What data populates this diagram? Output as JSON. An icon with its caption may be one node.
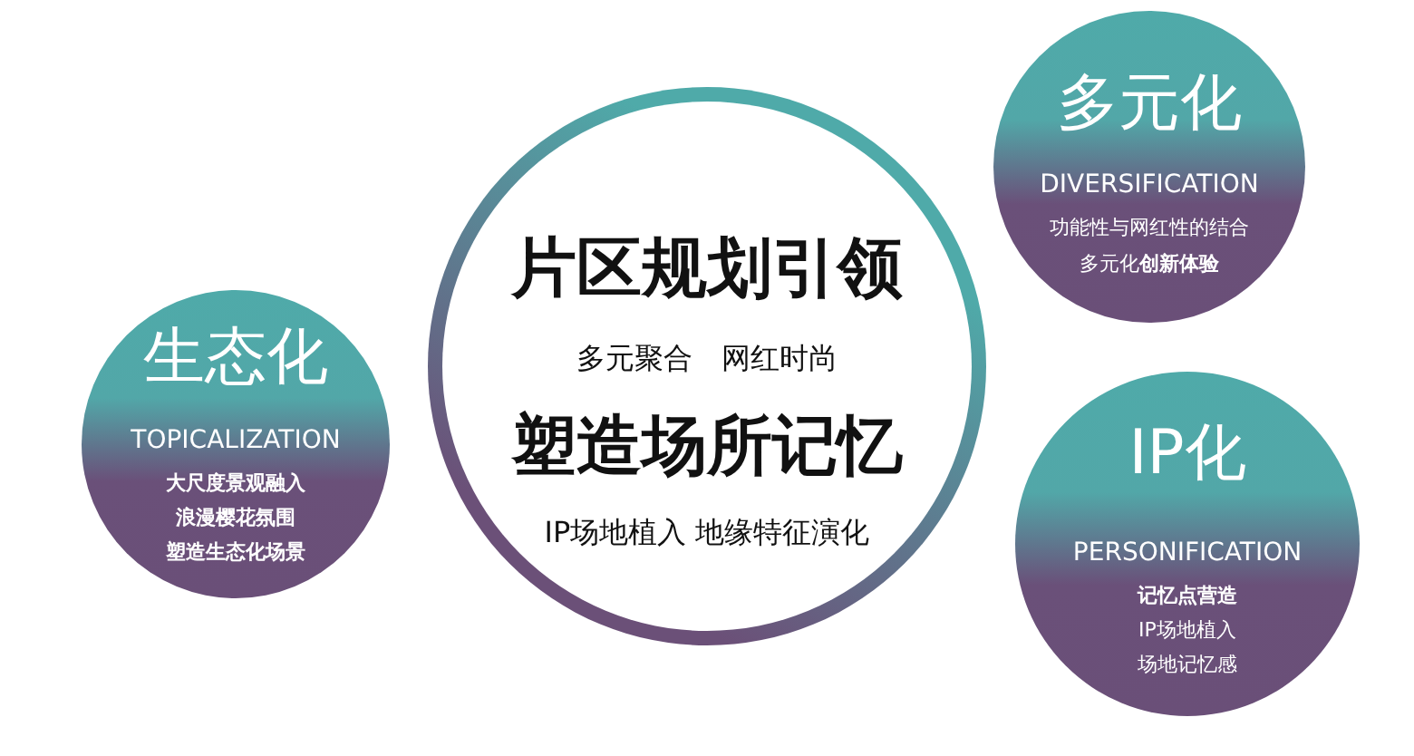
{
  "diagram": {
    "nodes": [
      {
        "text": [
          "片区规划引领",
          "多元聚合　网红时尚",
          "塑造场所记忆",
          "IP场地植入 地缘特征演化"
        ]
      },
      {
        "text": [
          "多元化",
          "DIVERSIFICATION",
          "功能性与网红性的结合",
          "多元化**创新体验**"
        ]
      },
      {
        "text": [
          "生态化",
          "TOPICALIZATION",
          "大尺度景观融入",
          "浪漫樱花氛围",
          "塑造生态化场景"
        ]
      },
      {
        "text": [
          "IP化",
          "PERSONIFICATION",
          "记忆点营造",
          "IP场地植入",
          "场地记忆感"
        ]
      }
    ]
  }
}
